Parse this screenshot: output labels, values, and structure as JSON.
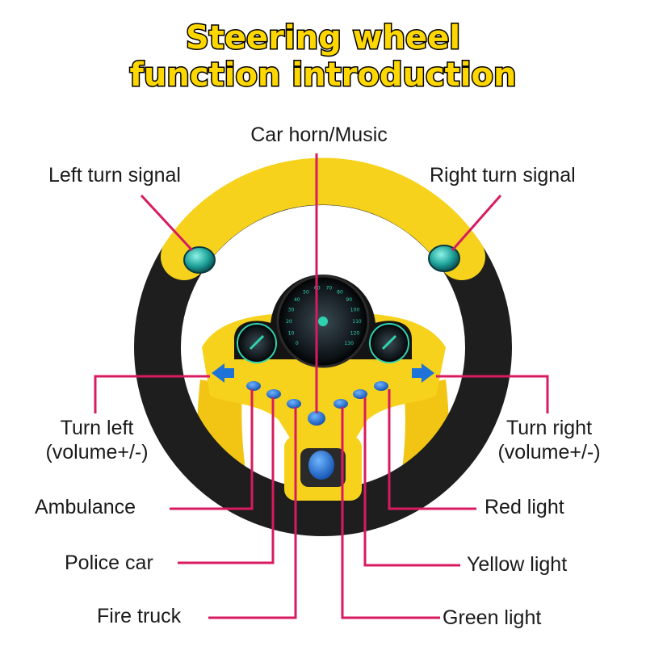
{
  "title": {
    "line1": "Steering wheel",
    "line2": "function introduction"
  },
  "labels": {
    "horn": "Car horn/Music",
    "left_signal": "Left turn signal",
    "right_signal": "Right turn signal",
    "turn_left_1": "Turn left",
    "turn_left_2": "(volume+/-)",
    "turn_right_1": "Turn right",
    "turn_right_2": "(volume+/-)",
    "ambulance": "Ambulance",
    "police": "Police car",
    "fire": "Fire truck",
    "red": "Red light",
    "yellow": "Yellow light",
    "green": "Green light"
  },
  "gauge_ticks": [
    "0",
    "10",
    "20",
    "30",
    "40",
    "50",
    "60",
    "70",
    "80",
    "90",
    "100",
    "110",
    "120",
    "130"
  ],
  "colors": {
    "wheel_yellow": "#f7d21c",
    "wheel_black": "#1e1e1e",
    "callout_line": "#d81b60",
    "button_blue": "#1e73d8",
    "gauge_teal": "#2fd3b0",
    "title_fill": "#ffd700"
  }
}
